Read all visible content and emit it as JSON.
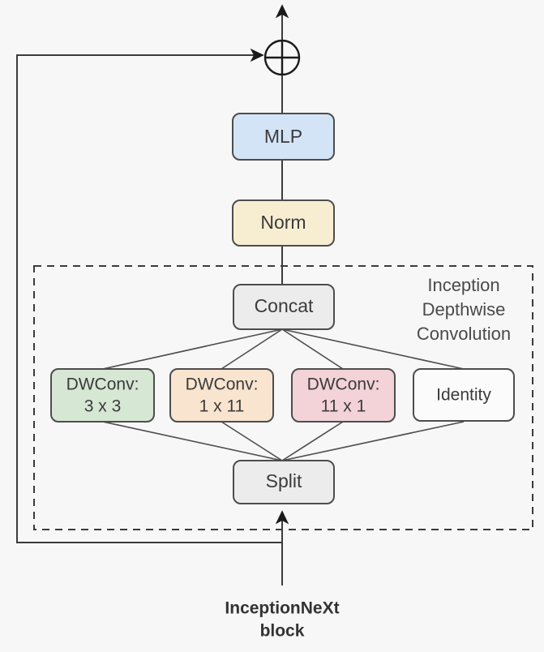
{
  "diagram": {
    "title": "InceptionNeXt block",
    "background_color": "#f7f7f7",
    "caption": {
      "line1": "InceptionNeXt",
      "line2": "block"
    },
    "region": {
      "name": "Inception Depthwise Convolution",
      "label_line1": "Inception",
      "label_line2": "Depthwise",
      "label_line3": "Convolution",
      "style": "dashed"
    },
    "sum_node": {
      "symbol": "+",
      "name": "residual-add"
    },
    "nodes": [
      {
        "id": "mlp",
        "label": "MLP",
        "fill": "#d4e4f7",
        "stroke": "#4d4d4d"
      },
      {
        "id": "norm",
        "label": "Norm",
        "fill": "#f7eed2",
        "stroke": "#4d4d4d"
      },
      {
        "id": "concat",
        "label": "Concat",
        "fill": "#ececec",
        "stroke": "#4d4d4d"
      },
      {
        "id": "dwconv-3x3",
        "label_line1": "DWConv:",
        "label_line2": "3 x 3",
        "fill": "#d6e7d4",
        "stroke": "#4d4d4d"
      },
      {
        "id": "dwconv-1x11",
        "label_line1": "DWConv:",
        "label_line2": "1 x 11",
        "fill": "#f8e4cf",
        "stroke": "#4d4d4d"
      },
      {
        "id": "dwconv-11x1",
        "label_line1": "DWConv:",
        "label_line2": "11 x 1",
        "fill": "#f3d3d7",
        "stroke": "#4d4d4d"
      },
      {
        "id": "identity",
        "label": "Identity",
        "fill": "#fbfbfb",
        "stroke": "#4d4d4d"
      },
      {
        "id": "split",
        "label": "Split",
        "fill": "#ececec",
        "stroke": "#4d4d4d"
      }
    ],
    "edges": [
      {
        "from": "input",
        "to": "split"
      },
      {
        "from": "split",
        "to": "dwconv-3x3"
      },
      {
        "from": "split",
        "to": "dwconv-1x11"
      },
      {
        "from": "split",
        "to": "dwconv-11x1"
      },
      {
        "from": "split",
        "to": "identity"
      },
      {
        "from": "dwconv-3x3",
        "to": "concat"
      },
      {
        "from": "dwconv-1x11",
        "to": "concat"
      },
      {
        "from": "dwconv-11x1",
        "to": "concat"
      },
      {
        "from": "identity",
        "to": "concat"
      },
      {
        "from": "concat",
        "to": "norm"
      },
      {
        "from": "norm",
        "to": "mlp"
      },
      {
        "from": "mlp",
        "to": "residual-add"
      },
      {
        "from": "input",
        "to": "residual-add",
        "type": "skip-connection"
      },
      {
        "from": "residual-add",
        "to": "output"
      }
    ]
  }
}
